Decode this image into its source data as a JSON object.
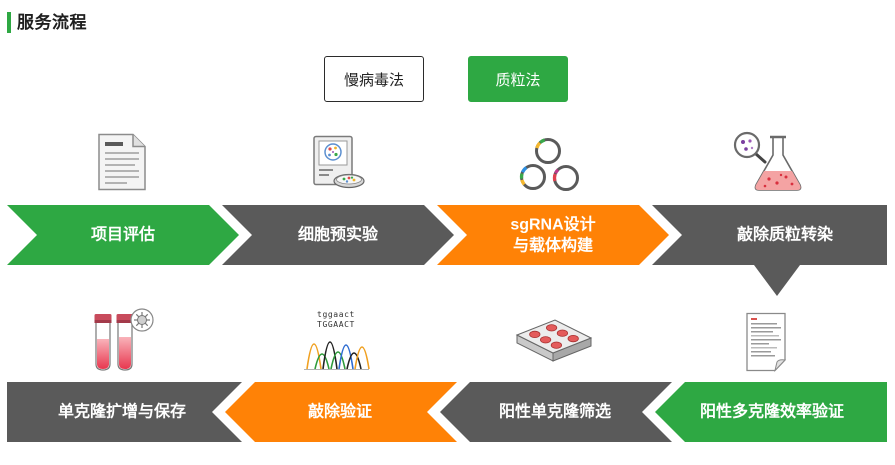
{
  "section": {
    "title": "服务流程"
  },
  "theme": {
    "accent": "#2ea843"
  },
  "method_tabs": [
    {
      "label": "慢病毒法",
      "active": false
    },
    {
      "label": "质粒法",
      "active": true
    }
  ],
  "flow": {
    "steps": [
      {
        "lines": [
          "项目评估"
        ],
        "color": "#2ea843",
        "icon": "document-icon"
      },
      {
        "lines": [
          "细胞预实验"
        ],
        "color": "#5a5a5a",
        "icon": "cell-analysis-icon"
      },
      {
        "lines": [
          "sgRNA设计",
          "与载体构建"
        ],
        "color": "#ff8206",
        "icon": "plasmid-icon"
      },
      {
        "lines": [
          "敲除质粒转染"
        ],
        "color": "#5a5a5a",
        "icon": "flask-magnifier-icon"
      },
      {
        "lines": [
          "阳性多克隆效率验证"
        ],
        "color": "#2ea843",
        "icon": "report-document-icon"
      },
      {
        "lines": [
          "阳性单克隆筛选"
        ],
        "color": "#5a5a5a",
        "icon": "culture-plate-icon"
      },
      {
        "lines": [
          "敲除验证"
        ],
        "color": "#ff8206",
        "icon": "sequencing-chromatogram-icon"
      },
      {
        "lines": [
          "单克隆扩增与保存"
        ],
        "color": "#5a5a5a",
        "icon": "test-tubes-icon"
      }
    ],
    "connector": {
      "color": "#5a5a5a"
    }
  },
  "chromatogram": {
    "sequence_lower": "tggaact",
    "sequence_upper": "TGGAACT"
  }
}
